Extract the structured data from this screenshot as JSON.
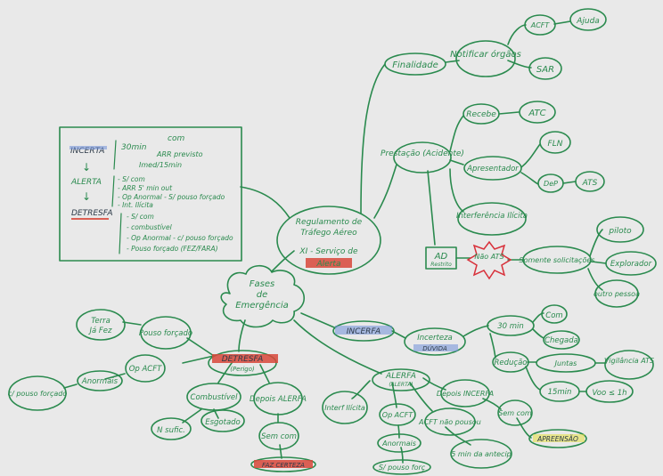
{
  "center": {
    "line1": "Regulamento de",
    "line2": "Tráfego Aéreo",
    "line3": "XI - Serviço de",
    "line4": "Alerta"
  },
  "finalidade": {
    "label": "Finalidade",
    "notificar": "Notificar órgãos",
    "acft": "ACFT",
    "ajuda": "Ajuda",
    "sar": "SAR"
  },
  "prestacao": {
    "label": "Prestação (Acidente)",
    "recebe": "Recebe",
    "atc": "ATC",
    "apresentador": "Apresentador",
    "fln": "FLN",
    "dep": "DeP",
    "ats": "ATS",
    "interf": "Interferência Ilícita"
  },
  "ad": {
    "label": "AD",
    "sub": "Restrito",
    "nao": "Não ATS",
    "somente": "Somente solicitações",
    "piloto": "piloto",
    "explorador": "Explorador",
    "outros": "outro pessoa"
  },
  "box": {
    "incerteza": "INCERTA",
    "min30": "30min",
    "com": "com",
    "arr": "ARR previsto",
    "imed": "Imed/15min",
    "alerta": "ALERTA",
    "a1": "- S/ com",
    "a2": "- ARR 5' min out",
    "a3": "- Op Anormal - S/ pouso forçado",
    "a4": "- Int. Ilícita",
    "detresfa": "DETRESFA",
    "d1": "- S/ com",
    "d2": "- combustível",
    "d3": "- Op Anormal - c/ pouso forçado",
    "d4": "- Pouso forçado (FEZ/FARA)"
  },
  "fases": {
    "label": "Fases de Emergência"
  },
  "detresfa": {
    "label": "DETRESFA",
    "sub": "(Perigo)",
    "terra": "Terra",
    "jafez": "Já Fez",
    "pouso": "Pouso forçado",
    "op": "Op ACFT",
    "anormais": "Anormais",
    "cpouso": "c/ pouso forçado",
    "comb": "Combustível",
    "nsuf": "N sufic.",
    "esgotado": "Esgotado",
    "depois": "Depois ALERFA",
    "sem": "Sem com",
    "faz": "FAZ CERTEZA"
  },
  "incerfa": {
    "label": "INCERFA",
    "incerteza": "Incerteza",
    "duvida": "DÚVIDA",
    "min30": "30 min",
    "com": "Com",
    "chegada": "Chegada",
    "reducao": "Redução",
    "juntas": "Juntas",
    "vigilancia": "Vigilância ATS",
    "min15": "15min",
    "voo": "Voo ≤ 1h"
  },
  "alerfa": {
    "label": "ALERFA",
    "sub": "(ALERTA)",
    "interf": "Interf Ilícita",
    "op": "Op ACFT",
    "acft": "ACFT não pousou",
    "depois": "Depois INCERFA",
    "sem": "Sem com",
    "apreensao": "APREENSÃO",
    "anormais": "Anormais",
    "sp": "S/ pouso forç",
    "min5": "5 min da antecip"
  }
}
